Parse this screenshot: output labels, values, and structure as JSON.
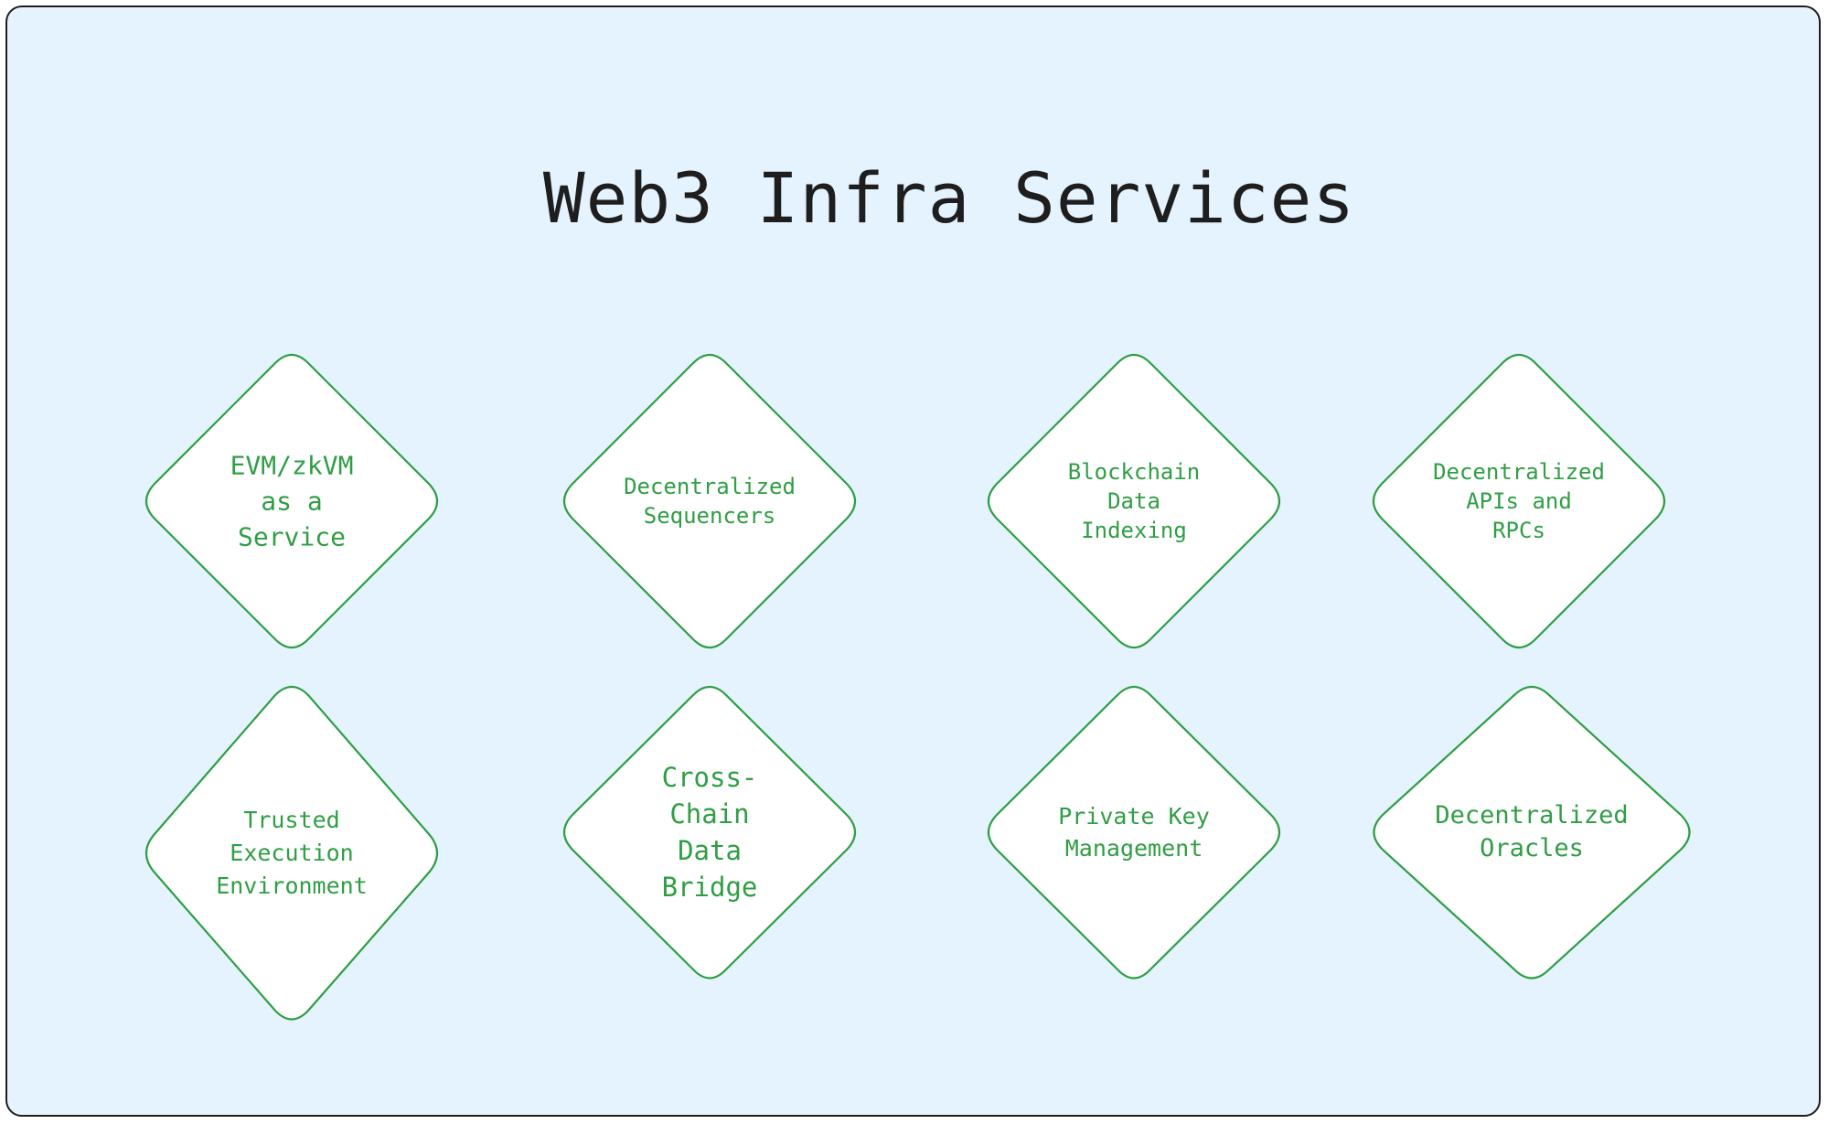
{
  "title": "Web3 Infra Services",
  "colors": {
    "background": "#e4f3fd",
    "frame_border": "#1e1e1e",
    "node_fill": "#ffffff",
    "node_stroke": "#2f9e44",
    "node_text": "#2f9e44",
    "title_text": "#1e1e1e"
  },
  "nodes": [
    {
      "id": "evm",
      "label": "EVM/zkVM\nas a\nService"
    },
    {
      "id": "seq",
      "label": "Decentralized\nSequencers"
    },
    {
      "id": "idx",
      "label": "Blockchain\nData\nIndexing"
    },
    {
      "id": "api",
      "label": "Decentralized\nAPIs and\nRPCs"
    },
    {
      "id": "tee",
      "label": "Trusted\nExecution\nEnvironment"
    },
    {
      "id": "bridge",
      "label": "Cross-\nChain\nData\nBridge"
    },
    {
      "id": "pkm",
      "label": "Private Key\nManagement"
    },
    {
      "id": "oracle",
      "label": "Decentralized\nOracles"
    }
  ]
}
